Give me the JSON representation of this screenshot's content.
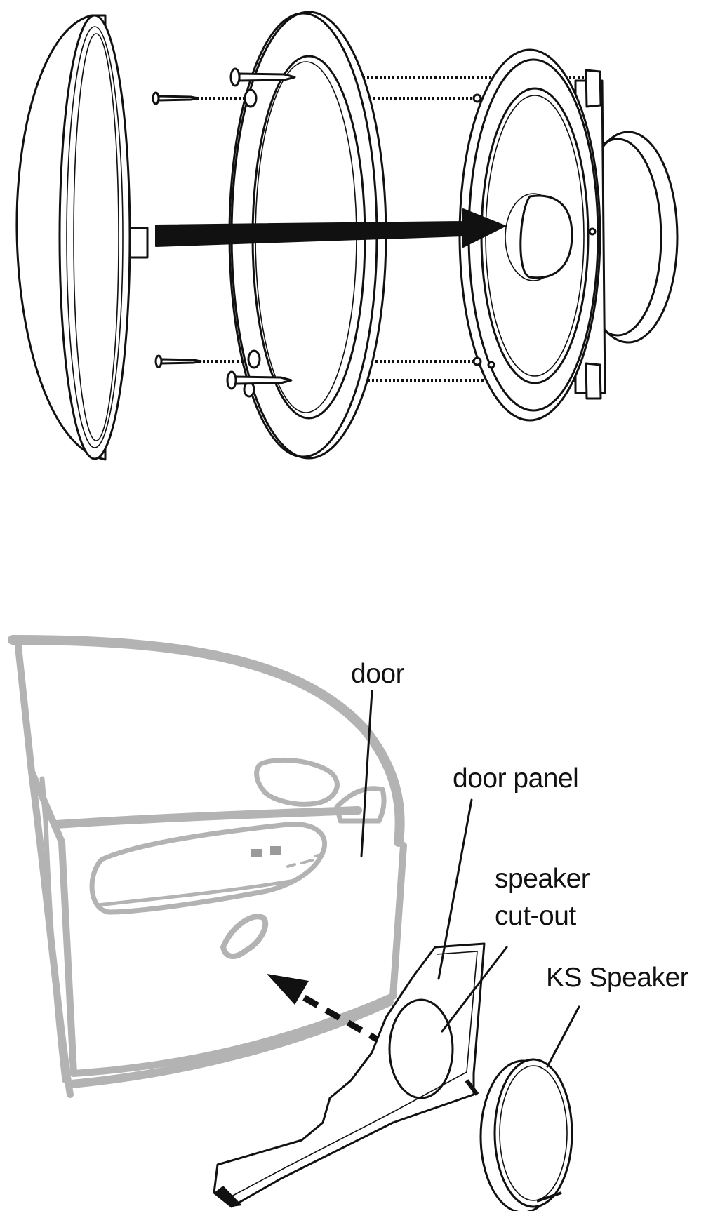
{
  "labels": {
    "door": "door",
    "door_panel": "door panel",
    "speaker_line1": "speaker",
    "speaker_line2": "cut-out",
    "ks_speaker": "KS Speaker"
  },
  "colors": {
    "ink": "#111111",
    "door_outline": "#b3b3b3",
    "background": "#ffffff"
  }
}
